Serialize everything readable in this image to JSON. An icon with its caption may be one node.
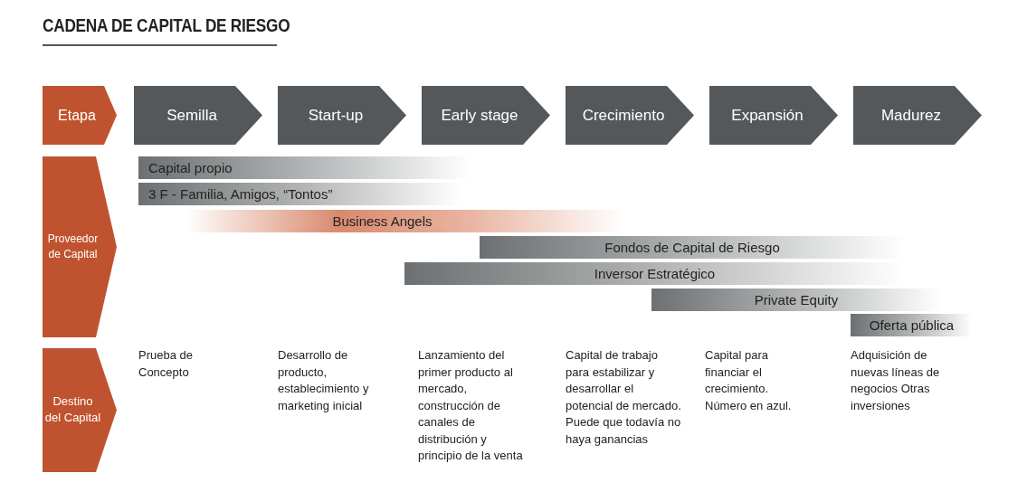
{
  "diagram": {
    "title": "CADENA DE CAPITAL DE RIESGO",
    "nodes": [
      {
        "text": [
          "Etapa"
        ]
      },
      {
        "text": [
          "Semilla"
        ]
      },
      {
        "text": [
          "Start-up"
        ]
      },
      {
        "text": [
          "Early stage"
        ]
      },
      {
        "text": [
          "Crecimiento"
        ]
      },
      {
        "text": [
          "Expansión"
        ]
      },
      {
        "text": [
          "Madurez"
        ]
      },
      {
        "text": [
          "Proveedor de Capital"
        ]
      },
      {
        "text": [
          "Capital propio"
        ]
      },
      {
        "text": [
          "3 F - Familia, Amigos, “Tontos”"
        ]
      },
      {
        "text": [
          "Business Angels"
        ]
      },
      {
        "text": [
          "Fondos de Capital de Riesgo"
        ]
      },
      {
        "text": [
          "Inversor Estratégico"
        ]
      },
      {
        "text": [
          "Private Equity"
        ]
      },
      {
        "text": [
          "Oferta pública"
        ]
      },
      {
        "text": [
          "Destino del Capital"
        ]
      }
    ],
    "edges": [],
    "labels": [
      "Prueba de Concepto",
      "Desarrollo de producto, establecimiento y marketing inicial",
      "Lanzamiento del primer producto al mercado, construcción de canales de distribución y principio de la venta",
      "Capital de trabajo para estabilizar y desarrollar el potencial de mercado. Puede que todavía no haya ganancias",
      "Capital para financiar el crecimiento. Número en azul.",
      "Adquisición de nuevas líneas de negocios Otras inversiones"
    ]
  }
}
